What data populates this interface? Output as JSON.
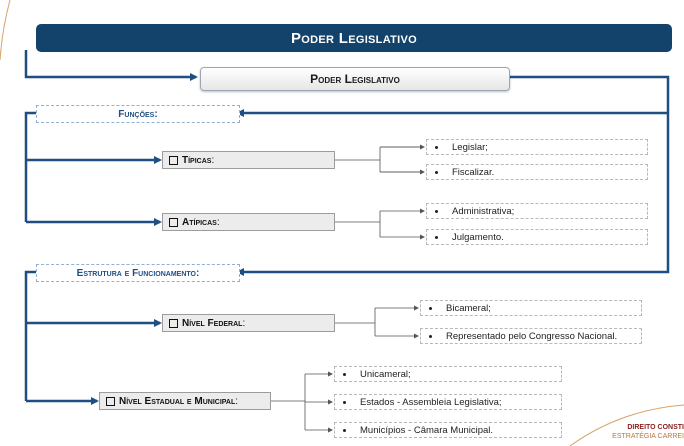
{
  "title": "Poder Legislativo",
  "subtitle": "Poder Legislativo",
  "funcoes": {
    "label": "Funções:",
    "tipicas": {
      "label": "Típicas",
      "suffix": ":",
      "items": [
        "Legislar;",
        "Fiscalizar."
      ]
    },
    "atipicas": {
      "label": "Atípicas",
      "suffix": ":",
      "items": [
        "Administrativa;",
        "Julgamento."
      ]
    }
  },
  "estrutura": {
    "label": "Estrutura e Funcionamento:",
    "federal": {
      "label": "Nível Federal",
      "suffix": ":",
      "items": [
        "Bicameral;",
        "Representado pelo Congresso Nacional."
      ]
    },
    "estadual": {
      "label": "Nível Estadual e Municipal",
      "suffix": ":",
      "items": [
        "Unicameral;",
        "Estados - Assembleia Legislativa;",
        "Municípios - Câmara Municipal."
      ]
    }
  },
  "footer": {
    "line1": "DIREITO CONSTI",
    "line2": "ESTRATÉGIA CARREI"
  },
  "colors": {
    "primary": "#13436b",
    "connector": "#1f4f82"
  }
}
